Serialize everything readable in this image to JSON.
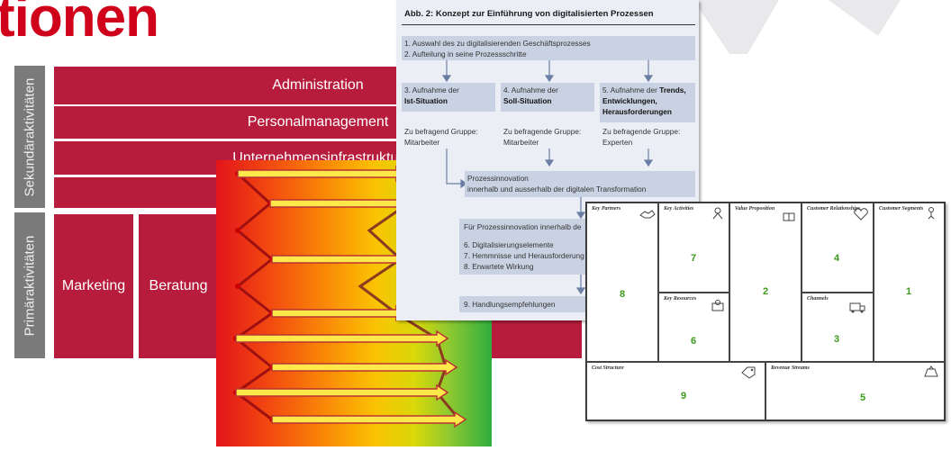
{
  "title": "tionen",
  "value_chain": {
    "secondary_label": "Sekundäraktivitäten",
    "primary_label": "Primäraktivitäten",
    "support_bars": [
      "Administration",
      "Personalmanagement",
      "Unternehmensinfrastruktur",
      ""
    ],
    "primary_cells": [
      "Marketing",
      "Beratung"
    ]
  },
  "doc": {
    "heading": "Abb. 2: Konzept zur Einführung von digitalisierten Prozessen",
    "step1_line1": "1. Auswahl des zu digitalisierenden Geschäftsprozesses",
    "step1_line2": "2. Aufteilung in seine Prozessschritte",
    "col1_a": "3. Aufnahme der",
    "col1_b": "Ist-Situation",
    "col1_c": "Zu befragend Gruppe:",
    "col1_d": "Mitarbeiter",
    "col2_a": "4. Aufnahme der",
    "col2_b": "Soll-Situation",
    "col2_c": "Zu befragende Gruppe:",
    "col2_d": "Mitarbeiter",
    "col3_a": "5. Aufnahme der",
    "col3_a_bold": "Trends,",
    "col3_b": "Entwicklungen,",
    "col3_c": "Herausforderungen",
    "col3_d": "Zu befragende Gruppe:",
    "col3_e": "Experten",
    "innov_line1": "Prozessinnovation",
    "innov_line2": "innerhalb und ausserhalb der digitalen Transformation",
    "within_heading": "Für Prozessinnovation innerhalb de",
    "item6": "6. Digitalisierungselemente",
    "item7": "7. Hemmnisse und Herausforderung",
    "item8": "8. Erwartete Wirkung",
    "item9": "9. Handlungsempfehlungen"
  },
  "canvas": {
    "key_partners": "Key Partners",
    "key_activities": "Key Activities",
    "value_proposition": "Value Proposition",
    "customer_relationships": "Customer Relationships",
    "customer_segments": "Customer Segments",
    "key_resources": "Key Resources",
    "channels": "Channels",
    "cost_structure": "Cost Structure",
    "revenue_streams": "Revenue Streams",
    "n_partners": "8",
    "n_activities": "7",
    "n_value": "2",
    "n_relationships": "4",
    "n_segments": "1",
    "n_resources": "6",
    "n_channels": "3",
    "n_cost": "9",
    "n_revenue": "5"
  },
  "colors": {
    "title_red": "#d0021b",
    "chain_red": "#b71c3c",
    "side_gray": "#7a7a7a",
    "canvas_number_green": "#3a9a1a"
  }
}
